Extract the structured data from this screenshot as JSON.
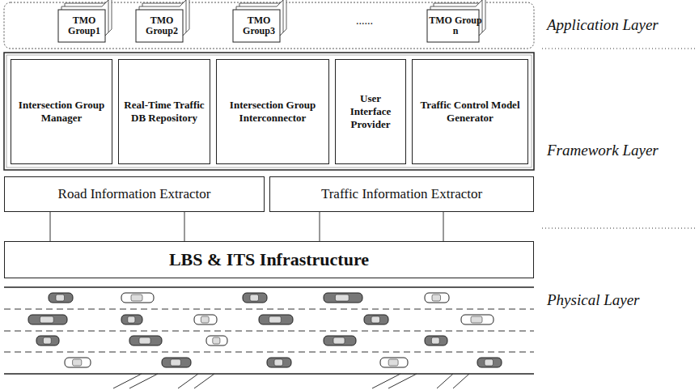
{
  "diagram": {
    "nodes": [
      {
        "text": [
          "TMO Group1"
        ]
      },
      {
        "text": [
          "TMO Group2"
        ]
      },
      {
        "text": [
          "TMO Group3"
        ]
      },
      {
        "text": [
          "TMO Group n"
        ]
      },
      {
        "text": [
          "Intersection Group Manager"
        ]
      },
      {
        "text": [
          "Real-Time Traffic DB Repository"
        ]
      },
      {
        "text": [
          "Intersection Group Interconnector"
        ]
      },
      {
        "text": [
          "User Interface Provider"
        ]
      },
      {
        "text": [
          "Traffic Control Model Generator"
        ]
      },
      {
        "text": [
          "Road Information Extractor"
        ]
      },
      {
        "text": [
          "Traffic Information Extractor"
        ]
      },
      {
        "text": [
          "LBS & ITS Infrastructure"
        ]
      }
    ],
    "edges": [
      {
        "from": 9,
        "to": 11,
        "arrow": "none"
      },
      {
        "from": 9,
        "to": 11,
        "arrow": "none"
      },
      {
        "from": 10,
        "to": 11,
        "arrow": "none"
      },
      {
        "from": 10,
        "to": 11,
        "arrow": "none"
      }
    ],
    "labels": [
      "......",
      "Application Layer",
      "Framework Layer",
      "Physical Layer"
    ]
  }
}
